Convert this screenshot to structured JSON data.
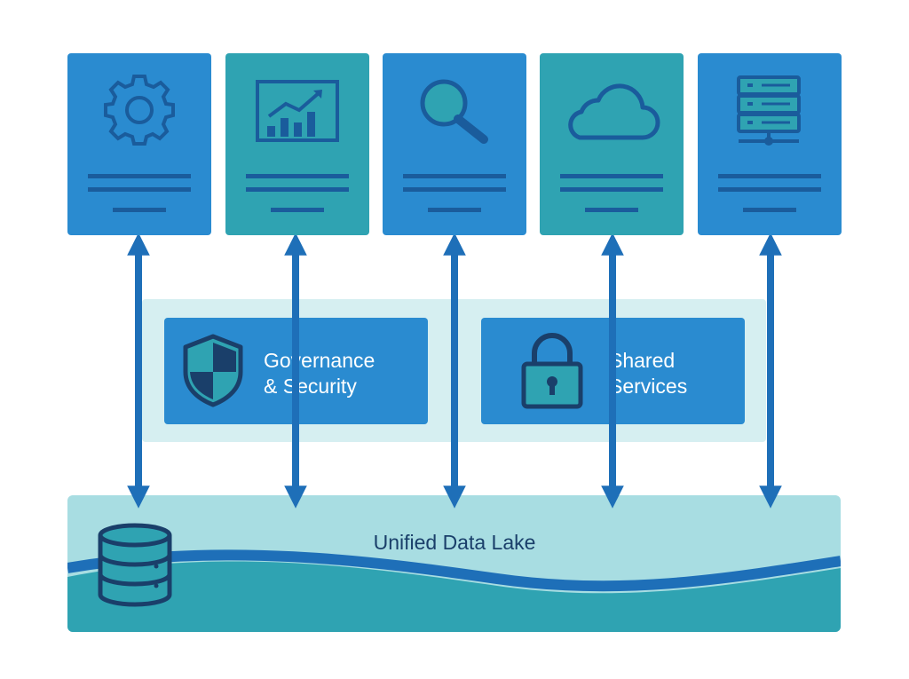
{
  "colors": {
    "blue_card": "#2a8bd0",
    "teal_card": "#2fa3b2",
    "dark_line": "#1a5c9c",
    "arrow": "#1e6fb8",
    "middle_band": "#d6eff1",
    "middle_box": "#2a8bd0",
    "lake_bg": "#a8dde2",
    "wave_blue": "#1e6fb8",
    "wave_teal": "#2fa3b2",
    "label_white": "#ffffff",
    "label_dark": "#1a3f6a"
  },
  "cards": [
    {
      "icon": "gear-icon",
      "color": "#2a8bd0"
    },
    {
      "icon": "analytics-chart-icon",
      "color": "#2fa3b2"
    },
    {
      "icon": "search-icon",
      "color": "#2a8bd0"
    },
    {
      "icon": "cloud-icon",
      "color": "#2fa3b2"
    },
    {
      "icon": "server-icon",
      "color": "#2a8bd0"
    }
  ],
  "middle": {
    "governance": {
      "line1": "Governance",
      "line2": "& Security",
      "icon": "shield-icon"
    },
    "shared": {
      "line1": "Shared",
      "line2": "Services",
      "icon": "lock-icon"
    }
  },
  "lake": {
    "label": "Unified Data Lake",
    "icon": "database-icon"
  }
}
